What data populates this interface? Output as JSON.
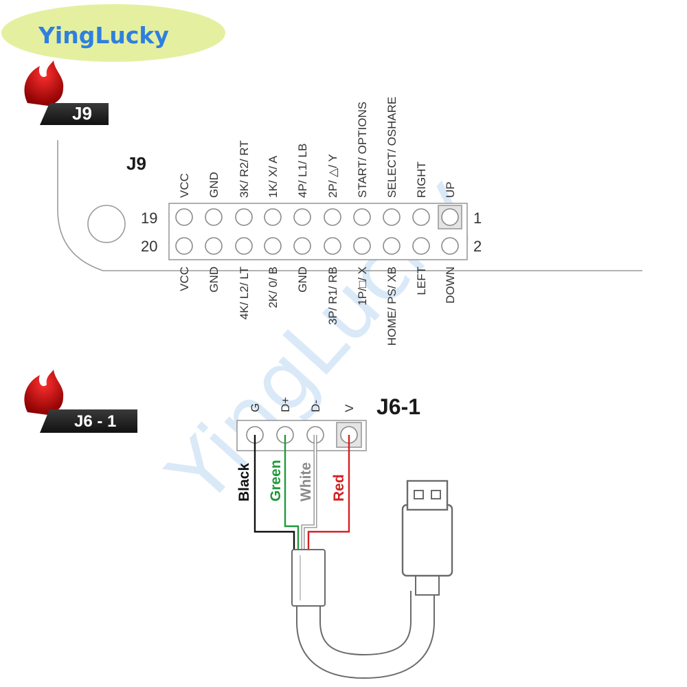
{
  "brand": {
    "name": "YingLucky",
    "watermark": "YingLucky",
    "ellipse_color": "#e4f0a0",
    "text_color": "#2f7fe0"
  },
  "tags": {
    "j9": "J9",
    "j6": "J6 - 1"
  },
  "j9": {
    "title": "J9",
    "row_numbers": {
      "top_left": "19",
      "bottom_left": "20",
      "top_right": "1",
      "bottom_right": "2"
    },
    "top_labels": [
      "VCC",
      "GND",
      "3K/ R2/ RT",
      "1K/ X/ A",
      "4P/ L1/ LB",
      "2P/ △/ Y",
      "START/ OPTIONS",
      "SELECT/ OSHARE",
      "RIGHT",
      "UP"
    ],
    "bottom_labels": [
      "VCC",
      "GND",
      "4K/ L2/ LT",
      "2K/ 0/ B",
      "GND",
      "3P/ R1/ RB",
      "1P/□/ X",
      "HOME/ PS/ XB",
      "LEFT",
      "DOWN"
    ]
  },
  "j6": {
    "title": "J6-1",
    "pins": [
      "G",
      "D+",
      "D-",
      "V"
    ],
    "wires": [
      {
        "label": "Black",
        "color": "#111111"
      },
      {
        "label": "Green",
        "color": "#1f9a3a"
      },
      {
        "label": "White",
        "color": "#8a8a8a"
      },
      {
        "label": "Red",
        "color": "#d42020"
      }
    ]
  }
}
